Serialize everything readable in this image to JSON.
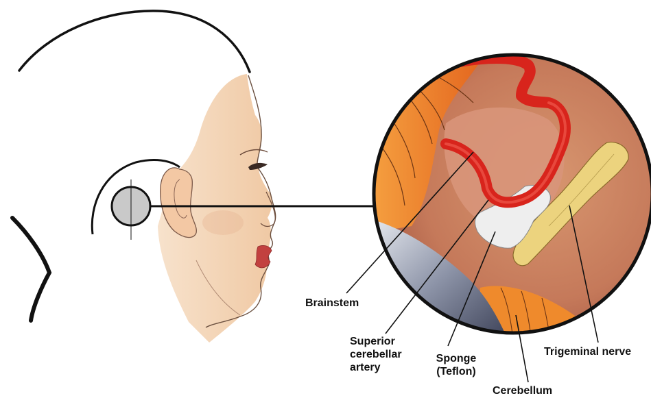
{
  "labels": {
    "brainstem": "Brainstem",
    "superior_cerebellar_artery": [
      "Superior",
      "cerebellar",
      "artery"
    ],
    "sponge": [
      "Sponge",
      "(Teflon)"
    ],
    "cerebellum": "Cerebellum",
    "trigeminal_nerve": "Trigeminal nerve"
  },
  "colors": {
    "skin": "#f2cfae",
    "artery": "#d8241c",
    "nerve": "#e8cf78",
    "sponge": "#eeeeee",
    "cerebellum": "#f08a2a",
    "outline": "#111111"
  }
}
